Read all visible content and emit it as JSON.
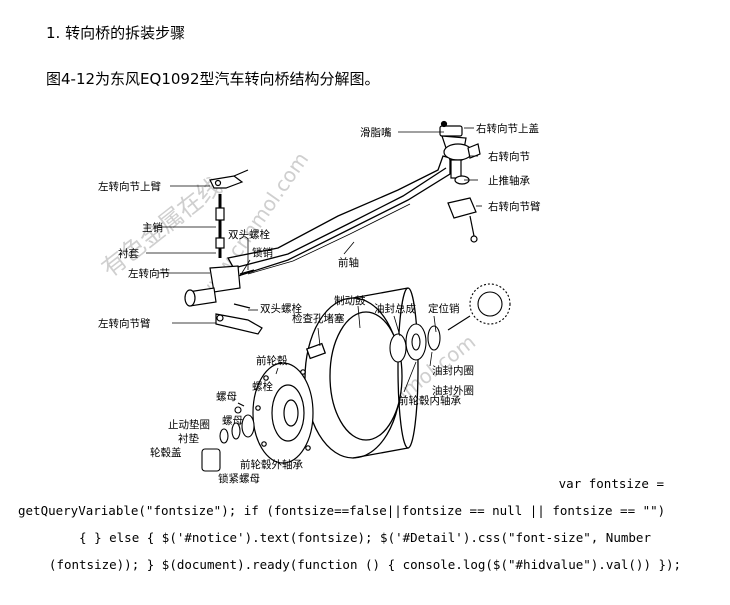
{
  "document": {
    "heading": "1. 转向桥的拆装步骤",
    "intro": "图4-12为东风EQ1092型汽车转向桥结构分解图。"
  },
  "figure": {
    "labels": {
      "grease_nipple": "滑脂嘴",
      "right_knuckle_upper_cover": "右转向节上盖",
      "right_knuckle": "右转向节",
      "thrust_bearing": "止推轴承",
      "right_knuckle_arm": "右转向节臂",
      "left_knuckle_upper_arm": "左转向节上臂",
      "kingpin": "主销",
      "bushing": "衬套",
      "left_knuckle": "左转向节",
      "left_knuckle_arm": "左转向节臂",
      "stud_bolt_1": "双头螺栓",
      "lock_pin": "锁销",
      "stud_bolt_2": "双头螺栓",
      "front_axle": "前轴",
      "brake_drum": "制动鼓",
      "inspection_plug": "检查孔堵塞",
      "oil_seal_assembly": "油封总成",
      "locating_pin": "定位销",
      "oil_seal_inner_ring": "油封内圈",
      "oil_seal_outer_ring": "油封外圈",
      "hub_inner_bearing": "前轮毂内轴承",
      "front_hub": "前轮毂",
      "bolt": "螺栓",
      "nut_1": "螺母",
      "nut_2": "螺母",
      "stop_washer": "止动垫圈",
      "gasket": "衬垫",
      "hub_cap": "轮毂盖",
      "hub_outer_bearing": "前轮毂外轴承",
      "lock_nut": "锁紧螺母"
    },
    "watermarks": {
      "site_cn": "有色金属在线",
      "site_url_1": "www.cnnmol.com",
      "site_url_2": "www.cnnmol.com"
    }
  },
  "code": {
    "line1": "var fontsize =",
    "line2": "getQueryVariable(\"fontsize\"); if (fontsize==false||fontsize == null || fontsize == \"\")",
    "line3": "{ } else { $('#notice').text(fontsize); $('#Detail').css(\"font-size\", Number",
    "line4": "(fontsize)); } $(document).ready(function () { console.log($(\"#hidvalue\").val()) });"
  }
}
